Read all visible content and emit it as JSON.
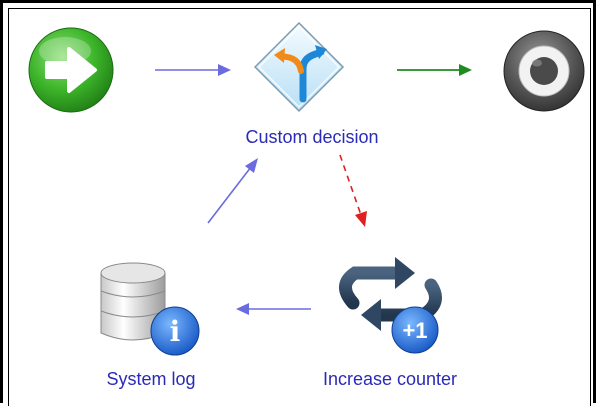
{
  "diagram": {
    "nodes": {
      "start": {
        "label": "",
        "icon": "start-arrow-icon"
      },
      "decision": {
        "label": "Custom decision",
        "icon": "decision-split-icon"
      },
      "end": {
        "label": "",
        "icon": "end-stop-icon"
      },
      "counter": {
        "label": "Increase counter",
        "icon": "loop-plus-one-icon",
        "badge": "+1"
      },
      "log": {
        "label": "System log",
        "icon": "database-info-icon",
        "badge": "i"
      }
    },
    "edge_colors": {
      "normal": "#6b6be0",
      "success": "#1e8c1e",
      "failure": "#e02020"
    }
  }
}
